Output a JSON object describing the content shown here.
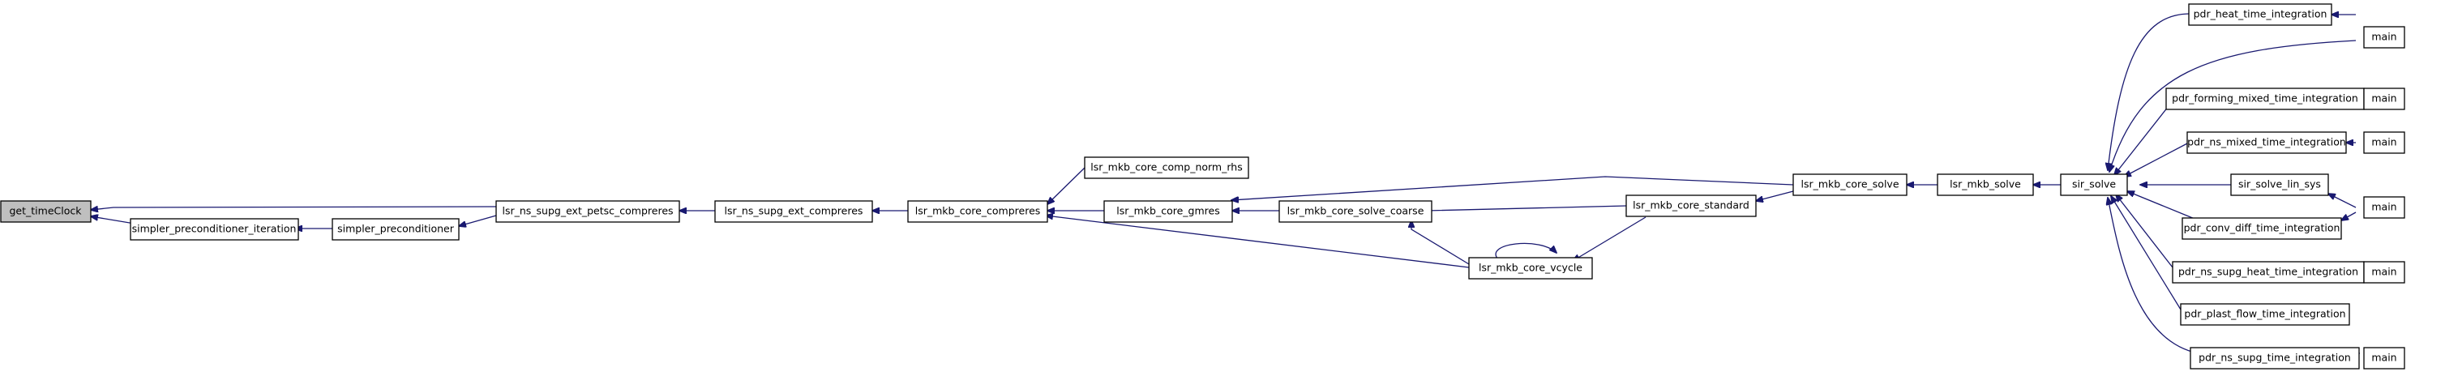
{
  "nodes": {
    "get_timeClock": "get_timeClock",
    "simpler_preconditioner_iteration": "simpler_preconditioner_iteration",
    "simpler_preconditioner": "simpler_preconditioner",
    "lsr_ns_supg_ext_petsc_compreres": "lsr_ns_supg_ext_petsc_compreres",
    "lsr_ns_supg_ext_compreres": "lsr_ns_supg_ext_compreres",
    "lsr_mkb_core_compreres": "lsr_mkb_core_compreres",
    "lsr_mkb_core_comp_norm_rhs": "lsr_mkb_core_comp_norm_rhs",
    "lsr_mkb_core_gmres": "lsr_mkb_core_gmres",
    "lsr_mkb_core_solve_coarse": "lsr_mkb_core_solve_coarse",
    "lsr_mkb_core_vcycle": "lsr_mkb_core_vcycle",
    "lsr_mkb_core_standard": "lsr_mkb_core_standard",
    "lsr_mkb_core_solve": "lsr_mkb_core_solve",
    "lsr_mkb_solve": "lsr_mkb_solve",
    "sir_solve": "sir_solve",
    "pdr_heat_time_integration": "pdr_heat_time_integration",
    "pdr_forming_mixed_time_integration": "pdr_forming_mixed_time_integration",
    "pdr_ns_mixed_time_integration": "pdr_ns_mixed_time_integration",
    "sir_solve_lin_sys": "sir_solve_lin_sys",
    "pdr_conv_diff_time_integration": "pdr_conv_diff_time_integration",
    "pdr_ns_supg_heat_time_integration": "pdr_ns_supg_heat_time_integration",
    "pdr_plast_flow_time_integration": "pdr_plast_flow_time_integration",
    "pdr_ns_supg_time_integration": "pdr_ns_supg_time_integration",
    "main": "main"
  },
  "colors": {
    "edge": "#191970",
    "root_fill": "#bfbfbf",
    "node_fill": "#ffffff",
    "node_stroke": "#000000"
  }
}
